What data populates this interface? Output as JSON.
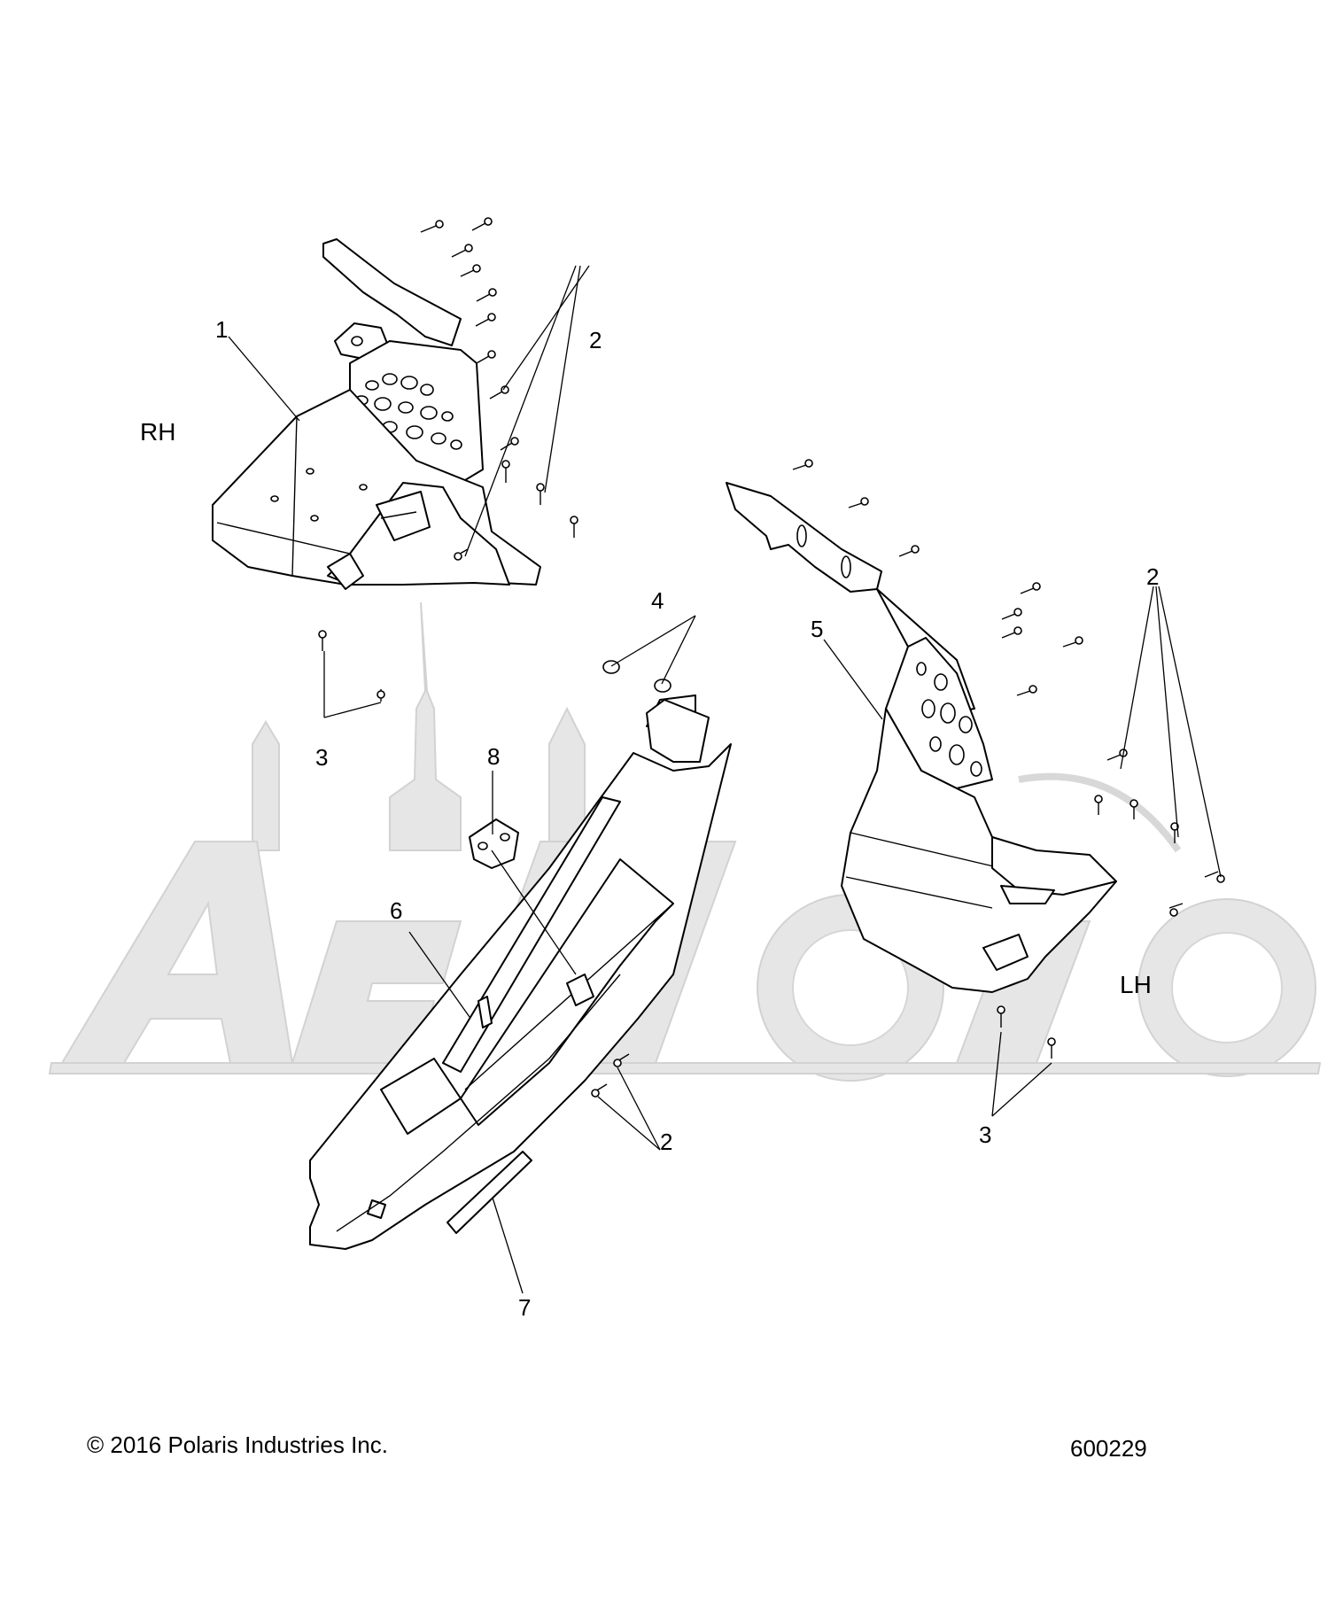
{
  "diagram": {
    "side_labels": {
      "rh": "RH",
      "lh": "LH"
    },
    "callouts": {
      "c1": "1",
      "c2a": "2",
      "c2b": "2",
      "c2c": "2",
      "c3a": "3",
      "c3b": "3",
      "c4": "4",
      "c5": "5",
      "c6": "6",
      "c7": "7",
      "c8": "8"
    }
  },
  "footer": {
    "copyright": "© 2016 Polaris Industries Inc.",
    "figure_number": "600229"
  },
  "watermark": {
    "text": "AeMoto",
    "color": "#e6e6e6"
  }
}
